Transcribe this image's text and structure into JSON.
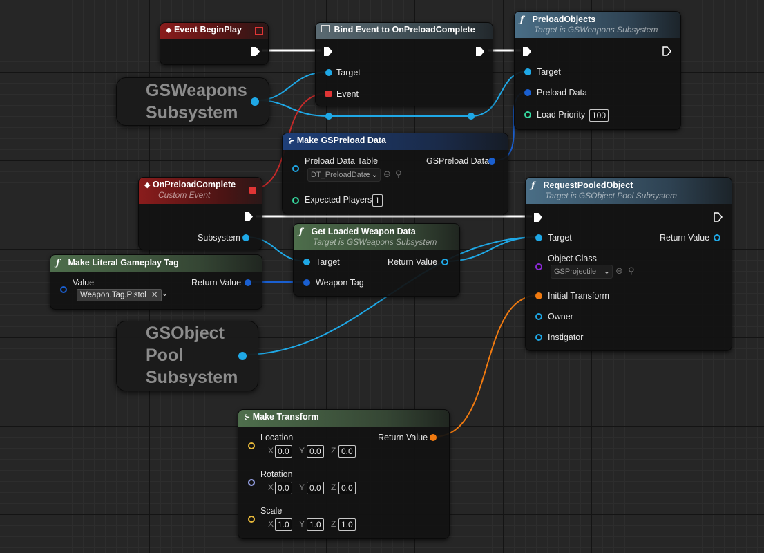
{
  "nodes": {
    "event_begin_play": {
      "title": "Event BeginPlay"
    },
    "bind_event": {
      "title": "Bind Event to OnPreloadComplete",
      "pins": {
        "target": "Target",
        "event": "Event"
      }
    },
    "preload_objects": {
      "title": "PreloadObjects",
      "subtitle": "Target is GSWeapons Subsystem",
      "pins": {
        "target": "Target",
        "preload_data": "Preload Data",
        "load_priority": "Load Priority"
      },
      "load_priority_value": "100"
    },
    "gsweapons_ref": {
      "line1": "GSWeapons",
      "line2": "Subsystem"
    },
    "make_preload_data": {
      "title": "Make GSPreload Data",
      "pins": {
        "preload_data_table": "Preload Data Table",
        "gspreload_data": "GSPreload Data",
        "expected_players": "Expected Players"
      },
      "preload_data_table_value": "DT_PreloadDatæ",
      "expected_players_value": "1"
    },
    "on_preload_complete": {
      "title": "OnPreloadComplete",
      "subtitle": "Custom Event",
      "pins": {
        "subsystem": "Subsystem"
      }
    },
    "request_pooled_object": {
      "title": "RequestPooledObject",
      "subtitle": "Target is GSObject Pool Subsystem",
      "pins": {
        "target": "Target",
        "return_value": "Return Value",
        "object_class": "Object Class",
        "initial_transform": "Initial Transform",
        "owner": "Owner",
        "instigator": "Instigator"
      },
      "object_class_value": "GSProjectile"
    },
    "get_loaded_weapon_data": {
      "title": "Get Loaded Weapon Data",
      "subtitle": "Target is GSWeapons Subsystem",
      "pins": {
        "target": "Target",
        "return_value": "Return Value",
        "weapon_tag": "Weapon Tag"
      }
    },
    "make_literal_tag": {
      "title": "Make Literal Gameplay Tag",
      "pins": {
        "value": "Value",
        "return_value": "Return Value"
      },
      "tag_value": "Weapon.Tag.Pistol"
    },
    "gsobjectpool_ref": {
      "line1": "GSObject",
      "line2": "Pool",
      "line3": "Subsystem"
    },
    "make_transform": {
      "title": "Make Transform",
      "pins": {
        "location": "Location",
        "rotation": "Rotation",
        "scale": "Scale",
        "return_value": "Return Value"
      },
      "axes": {
        "x": "X",
        "y": "Y",
        "z": "Z"
      },
      "location": {
        "x": "0.0",
        "y": "0.0",
        "z": "0.0"
      },
      "rotation": {
        "x": "0.0",
        "y": "0.0",
        "z": "0.0"
      },
      "scale": {
        "x": "1.0",
        "y": "1.0",
        "z": "1.0"
      }
    }
  },
  "colors": {
    "exec": "#ffffff",
    "object": "#1fa8e6",
    "struct": "#1a5fd0",
    "delegate": "#e03535",
    "int": "#36d9a0",
    "class": "#8b2ad6",
    "transform": "#f07a10",
    "vector": "#e8b93a",
    "rotator": "#9ca8f0"
  },
  "icons": {
    "event": "event-diamond-icon",
    "function": "function-f-icon",
    "make": "make-struct-icon",
    "delegate": "delegate-square-icon",
    "clear": "clear-x-icon",
    "browse": "browse-arrow-icon",
    "search": "search-magnifier-icon"
  }
}
